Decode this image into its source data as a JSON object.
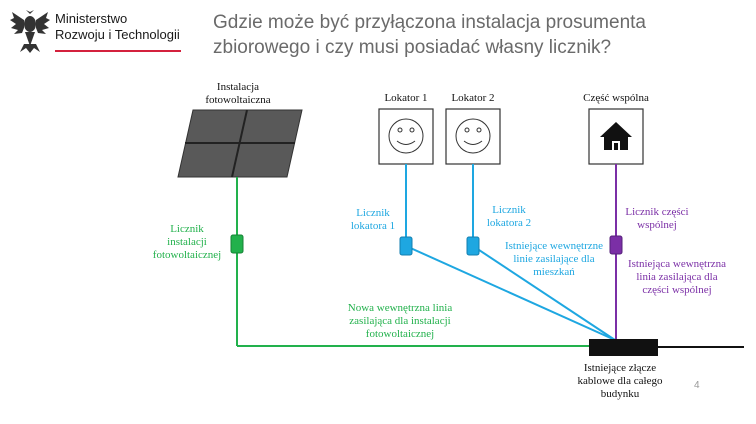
{
  "header": {
    "ministry_line1": "Ministerstwo",
    "ministry_line2": "Rozwoju i Technologii",
    "title_line1": "Gdzie może być przyłączona instalacja prosumenta",
    "title_line2": "zbiorowego i czy musi posiadać własny licznik?"
  },
  "diagram": {
    "pv_label_1": "Instalacja",
    "pv_label_2": "fotowoltaiczna",
    "tenant1": "Lokator 1",
    "tenant2": "Lokator 2",
    "common": "Część wspólna",
    "meter_pv_1": "Licznik",
    "meter_pv_2": "instalacji",
    "meter_pv_3": "fotowoltaicznej",
    "meter_t1_1": "Licznik",
    "meter_t1_2": "lokatora 1",
    "meter_t2_1": "Licznik",
    "meter_t2_2": "lokatora 2",
    "meter_common_1": "Licznik części",
    "meter_common_2": "wspólnej",
    "existing_flats_1": "Istniejące wewnętrzne",
    "existing_flats_2": "linie zasilające dla",
    "existing_flats_3": "mieszkań",
    "existing_common_1": "Istniejąca wewnętrzna",
    "existing_common_2": "linia zasilająca dla",
    "existing_common_3": "części wspólnej",
    "new_line_1": "Nowa wewnętrzna linia",
    "new_line_2": "zasilająca dla instalacji",
    "new_line_3": "fotowoltaicznej",
    "connector_1": "Istniejące złącze",
    "connector_2": "kablowe dla całego",
    "connector_3": "budynku"
  },
  "colors": {
    "green": "#22b14c",
    "blue": "#1ea7e1",
    "purple": "#7b2fa6",
    "red_accent": "#d4213d"
  },
  "page": {
    "number": "4"
  }
}
